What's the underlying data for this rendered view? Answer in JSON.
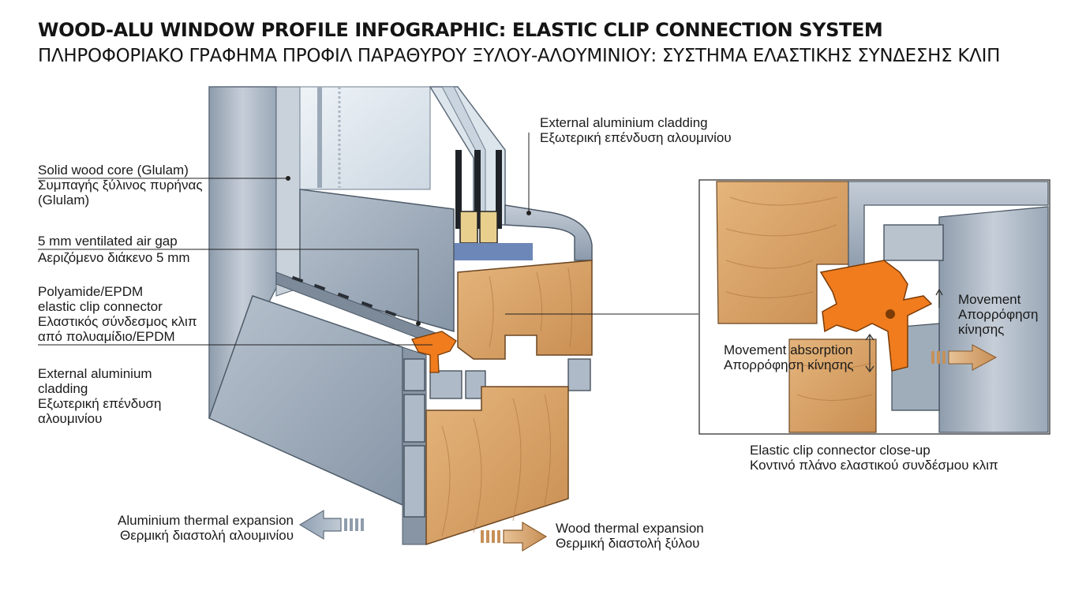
{
  "title": {
    "en": "WOOD-ALU WINDOW PROFILE INFOGRAPHIC: ELASTIC CLIP CONNECTION SYSTEM",
    "el": "ΠΛΗΡΟΦΟΡΙΑΚΟ ΓΡΑΦΗΜΑ ΠΡΟΦΙΛ ΠΑΡΑΘΥΡΟΥ ΞΥΛΟΥ-ΑΛΟΥΜΙΝΙΟΥ: ΣΥΣΤΗΜΑ ΕΛΑΣΤΙΚΗΣ ΣΥΝΔΕΣΗΣ ΚΛΙΠ"
  },
  "labels": {
    "cladding_top": {
      "en": "External aluminium cladding",
      "el": "Εξωτερική επένδυση αλουμινίου"
    },
    "wood_core": {
      "en": "Solid wood core (Glulam)",
      "el1": "Συμπαγής ξύλινος πυρήνας",
      "el2": "(Glulam)"
    },
    "air_gap": {
      "en": "5 mm ventilated air gap",
      "el": "Αεριζόμενο διάκενο 5 mm"
    },
    "clip": {
      "en1": "Polyamide/EPDM",
      "en2": "elastic clip connector",
      "el1": "Ελαστικός σύνδεσμος κλιπ",
      "el2": "από πολυαμίδιο/EPDM"
    },
    "cladding_left": {
      "en1": "External aluminium",
      "en2": "cladding",
      "el1": "Εξωτερική επένδυση",
      "el2": "αλουμινίου"
    },
    "alu_expansion": {
      "en": "Aluminium thermal expansion",
      "el": "Θερμική διαστολή αλουμινίου"
    },
    "wood_expansion": {
      "en": "Wood thermal expansion",
      "el": "Θερμική διαστολή ξύλου"
    },
    "movement": {
      "en": "Movement",
      "el1": "Απορρόφηση",
      "el2": "κίνησης"
    },
    "movement_absorption": {
      "en": "Movement absorption",
      "el": "Απορρόφηση κίνησης"
    },
    "closeup": {
      "en": "Elastic clip connector close-up",
      "el": "Κοντινό πλάνο ελαστικού συνδέσμου κλιπ"
    }
  },
  "colors": {
    "aluminium": "#a9b6c4",
    "aluminium_dark": "#6f7f90",
    "wood": "#d9a46a",
    "clip": "#f07c1e",
    "arrow_blue": "#9aaabb",
    "arrow_tan": "#d9ab78"
  }
}
